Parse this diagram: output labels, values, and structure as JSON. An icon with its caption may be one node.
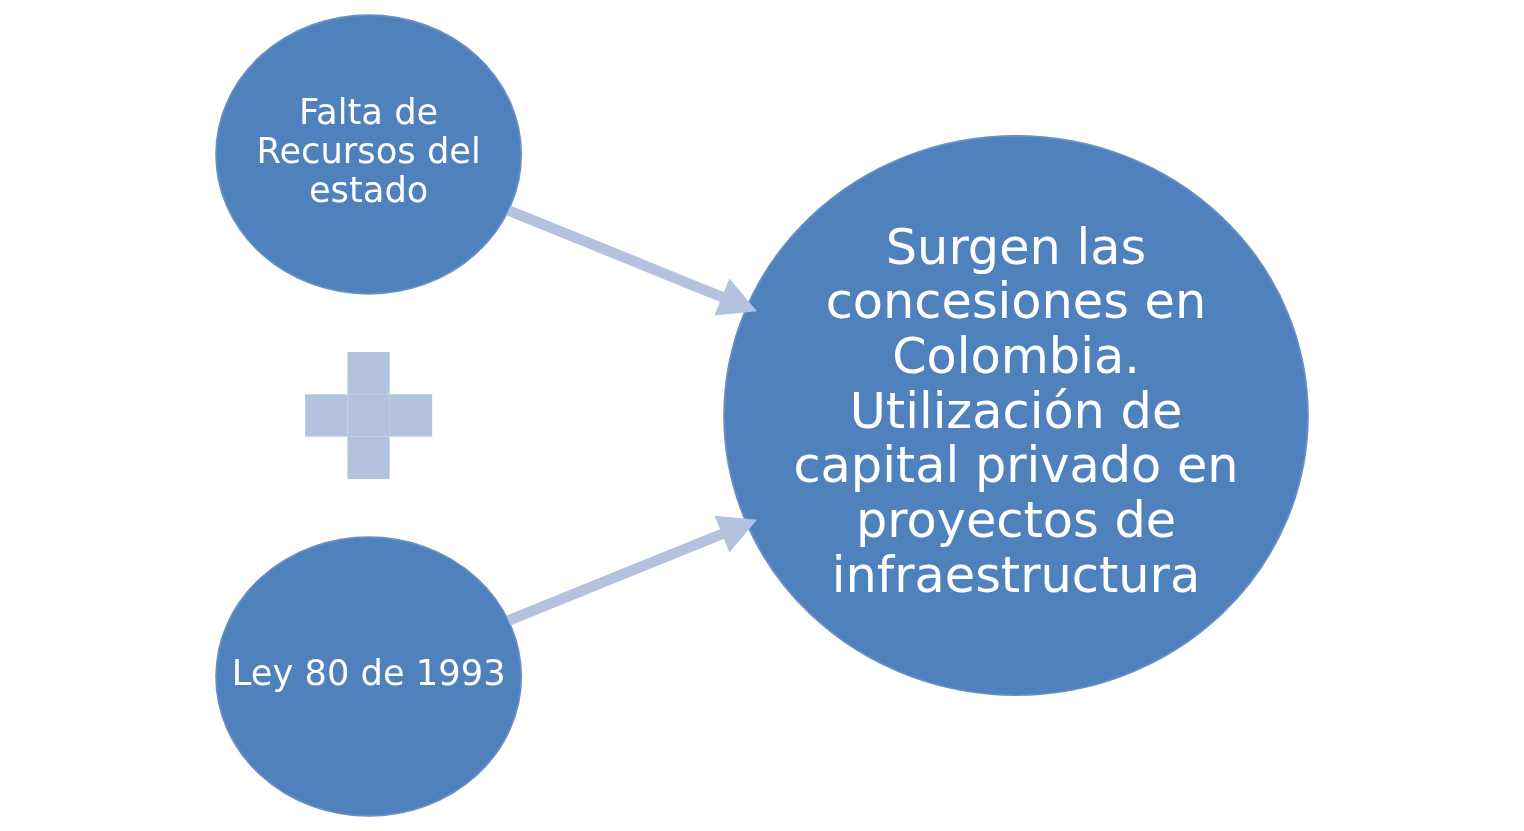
{
  "diagram": {
    "nodes": [
      {
        "text": [
          "Falta de Recursos del estado"
        ]
      },
      {
        "text": [],
        "shape": "plus"
      },
      {
        "text": [
          "Ley 80 de 1993"
        ]
      },
      {
        "text": [
          "Surgen las concesiones en Colombia. Utilización de capital privado en proyectos de infraestructura"
        ]
      }
    ],
    "edges": [
      {
        "from": 0,
        "to": 3,
        "arrow": "to"
      },
      {
        "from": 2,
        "to": 3,
        "arrow": "to"
      }
    ]
  }
}
